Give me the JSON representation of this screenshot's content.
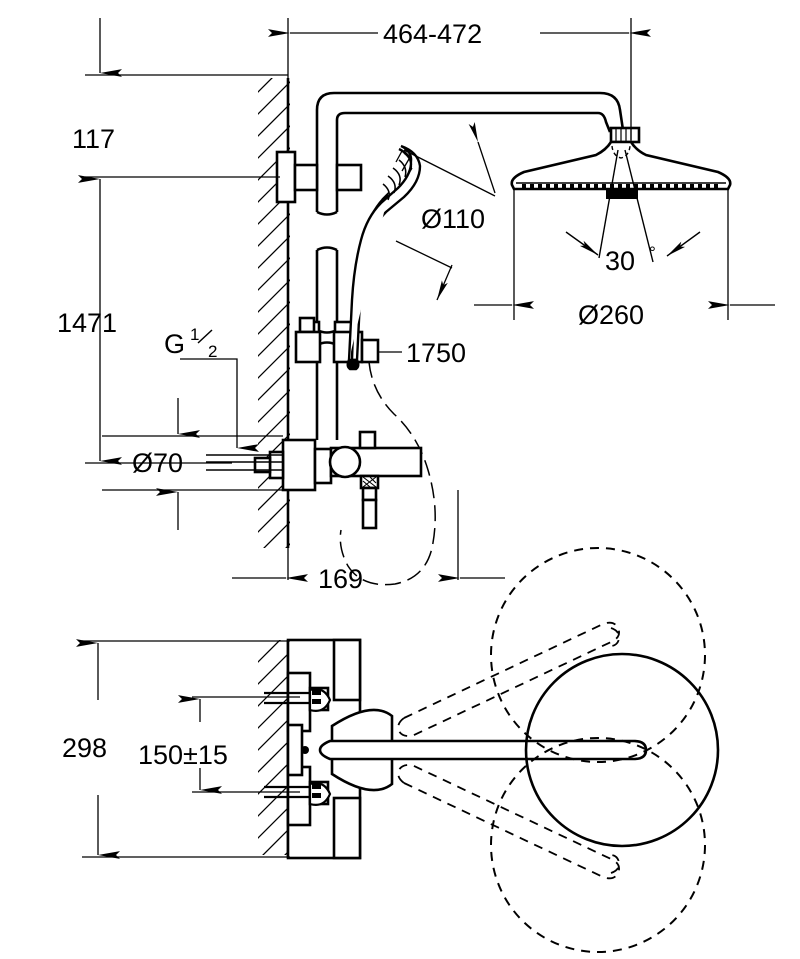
{
  "document": {
    "type": "technical-drawing",
    "subject": "Wall-mounted thermostatic shower system with head shower, hand shower and riser rail",
    "units": "mm",
    "views": [
      {
        "name": "side-elevation",
        "label": ""
      },
      {
        "name": "front-elevation-detail",
        "label": ""
      },
      {
        "name": "lever-swing-plan",
        "label": ""
      }
    ]
  },
  "dimensions": {
    "projection_464_472": "464-472",
    "height_117": "117",
    "height_1471": "1471",
    "thread_G_prefix": "G",
    "thread_G_numerator": "1",
    "thread_G_denominator": "2",
    "diameter_70": "Ø70",
    "hose_1750": "1750",
    "depth_169": "169",
    "hand_shower_110": "Ø110",
    "head_shower_260": "Ø260",
    "spray_angle_30": "30",
    "spray_angle_unit": "°",
    "height_298": "298",
    "inlet_centres_150": "150±15"
  },
  "colors": {
    "line": "#000000",
    "background": "#ffffff",
    "thin_line": "#1a1a1a"
  },
  "linework": {
    "outline_weight": "2.6",
    "dimension_weight": "1.3",
    "hatch_weight": "1.2",
    "hidden_dash": "7,5"
  }
}
